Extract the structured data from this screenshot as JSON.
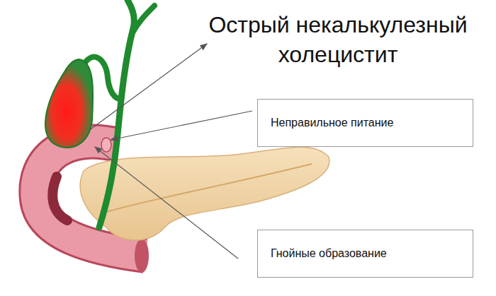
{
  "diagram": {
    "title": "Острый некалькулезный холецистит",
    "nodes": [
      {
        "text": [
          "Неправильное питание"
        ]
      },
      {
        "text": [
          "Гнойные образование"
        ]
      }
    ]
  }
}
